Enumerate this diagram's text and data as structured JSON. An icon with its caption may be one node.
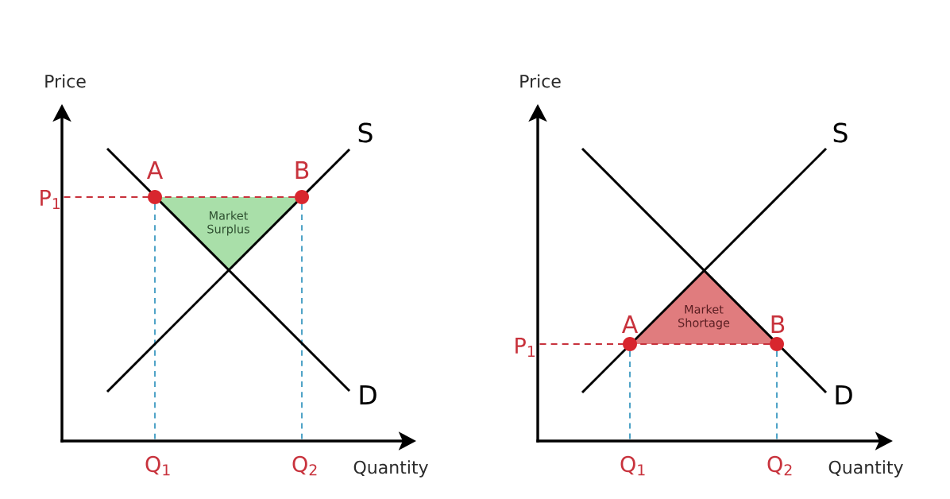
{
  "diagram": {
    "nodes": [
      {
        "text": [
          "Market Surplus"
        ]
      },
      {
        "text": [
          "Market Shortage"
        ]
      }
    ],
    "labels": [
      "Price",
      "S",
      "A",
      "B",
      "P$_{1}$",
      "D",
      "Q$_{1}$",
      "Q$_{2}$",
      "Quantity",
      "Price",
      "S",
      "A",
      "B",
      "P$_{1}$",
      "D",
      "Q$_{1}$",
      "Q$_{2}$",
      "Quantity"
    ]
  }
}
